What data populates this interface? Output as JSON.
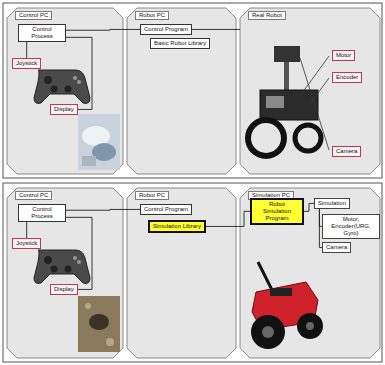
{
  "diagram": {
    "nodes": [
      {
        "text": [
          "Control PC"
        ]
      },
      {
        "text": [
          "Control Process"
        ],
        "in": 0
      },
      {
        "text": [
          "Joystick"
        ],
        "in": 0
      },
      {
        "text": [
          "Display"
        ],
        "in": 0
      },
      {
        "text": [
          "Robot PC"
        ]
      },
      {
        "text": [
          "Control Program"
        ],
        "in": 4
      },
      {
        "text": [
          "Basic Robot Library"
        ],
        "in": 4
      },
      {
        "text": [
          "Real Robot"
        ]
      },
      {
        "text": [
          "Motor"
        ],
        "in": 7
      },
      {
        "text": [
          "Encoder"
        ],
        "in": 7
      },
      {
        "text": [
          "Camera"
        ],
        "in": 7
      },
      {
        "text": [
          "Control PC"
        ]
      },
      {
        "text": [
          "Control Process"
        ],
        "in": 11
      },
      {
        "text": [
          "Joystick"
        ],
        "in": 11
      },
      {
        "text": [
          "Display"
        ],
        "in": 11
      },
      {
        "text": [
          "Robot PC"
        ]
      },
      {
        "text": [
          "Control Program"
        ],
        "in": 15
      },
      {
        "text": [
          "Simulation Library"
        ],
        "in": 15
      },
      {
        "text": [
          "Simulation PC"
        ]
      },
      {
        "text": [
          "Robot Simulation Program"
        ],
        "in": 18
      },
      {
        "text": [
          "Simulation"
        ],
        "in": 18
      },
      {
        "text": [
          "Motor, Encoder(URG, Gyro)"
        ],
        "in": 18
      },
      {
        "text": [
          "Camera"
        ],
        "in": 18
      }
    ],
    "edges": [
      {
        "from": 1,
        "to": 5,
        "arrow": "none"
      },
      {
        "from": 2,
        "to": 1,
        "arrow": "none"
      },
      {
        "from": 3,
        "to": 1,
        "arrow": "none"
      },
      {
        "from": 5,
        "to": 7,
        "arrow": "none"
      },
      {
        "from": 12,
        "to": 16,
        "arrow": "none"
      },
      {
        "from": 13,
        "to": 12,
        "arrow": "none"
      },
      {
        "from": 14,
        "to": 12,
        "arrow": "none"
      },
      {
        "from": 17,
        "to": 19,
        "arrow": "none"
      },
      {
        "from": 19,
        "to": 20,
        "arrow": "none"
      },
      {
        "from": 20,
        "to": 21,
        "arrow": "none"
      },
      {
        "from": 20,
        "to": 22,
        "arrow": "none"
      }
    ]
  }
}
